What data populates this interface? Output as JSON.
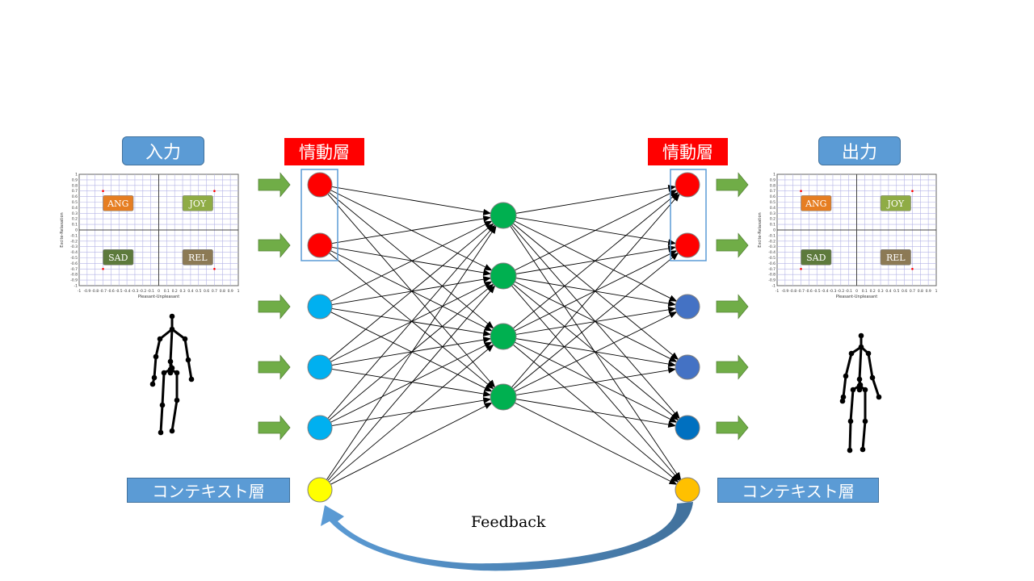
{
  "labels": {
    "input": "入力",
    "output": "出力",
    "emotion_layer_left": "情動層",
    "emotion_layer_right": "情動層",
    "context_layer_left": "コンテキスト層",
    "context_layer_right": "コンテキスト層",
    "feedback": "Feedback"
  },
  "emotion_plot": {
    "quadrants": [
      "ANG",
      "JOY",
      "SAD",
      "REL"
    ],
    "quadrant_colors": {
      "ANG": "#e67e22",
      "JOY": "#8fac45",
      "SAD": "#5d7a3c",
      "REL": "#8c7a55"
    },
    "x_ticks": [
      "-1",
      "-0.9",
      "-0.8",
      "-0.7",
      "-0.6",
      "-0.5",
      "-0.4",
      "-0.3",
      "-0.2",
      "-0.1",
      "0",
      "0.1",
      "0.2",
      "0.3",
      "0.4",
      "0.5",
      "0.6",
      "0.7",
      "0.8",
      "0.9",
      "1"
    ],
    "y_ticks": [
      "1",
      "0.9",
      "0.8",
      "0.7",
      "0.6",
      "0.5",
      "0.4",
      "0.3",
      "0.2",
      "0.1",
      "0",
      "-0.1",
      "-0.2",
      "-0.3",
      "-0.4",
      "-0.5",
      "-0.6",
      "-0.7",
      "-0.8",
      "-0.9",
      "-1"
    ],
    "x_axis_label": "Pleasant-Unpleasant",
    "y_axis_label": "Excite-Relaxation"
  },
  "network": {
    "input_nodes": [
      "#ff0000",
      "#ff0000",
      "#00b0f0",
      "#00b0f0",
      "#00b0f0",
      "#ffff00"
    ],
    "hidden_nodes": [
      "#00b050",
      "#00b050",
      "#00b050",
      "#00b050"
    ],
    "output_nodes": [
      "#ff0000",
      "#ff0000",
      "#4472c4",
      "#4472c4",
      "#0070c0",
      "#ffc000"
    ],
    "arrow_color": "#70ad47"
  }
}
